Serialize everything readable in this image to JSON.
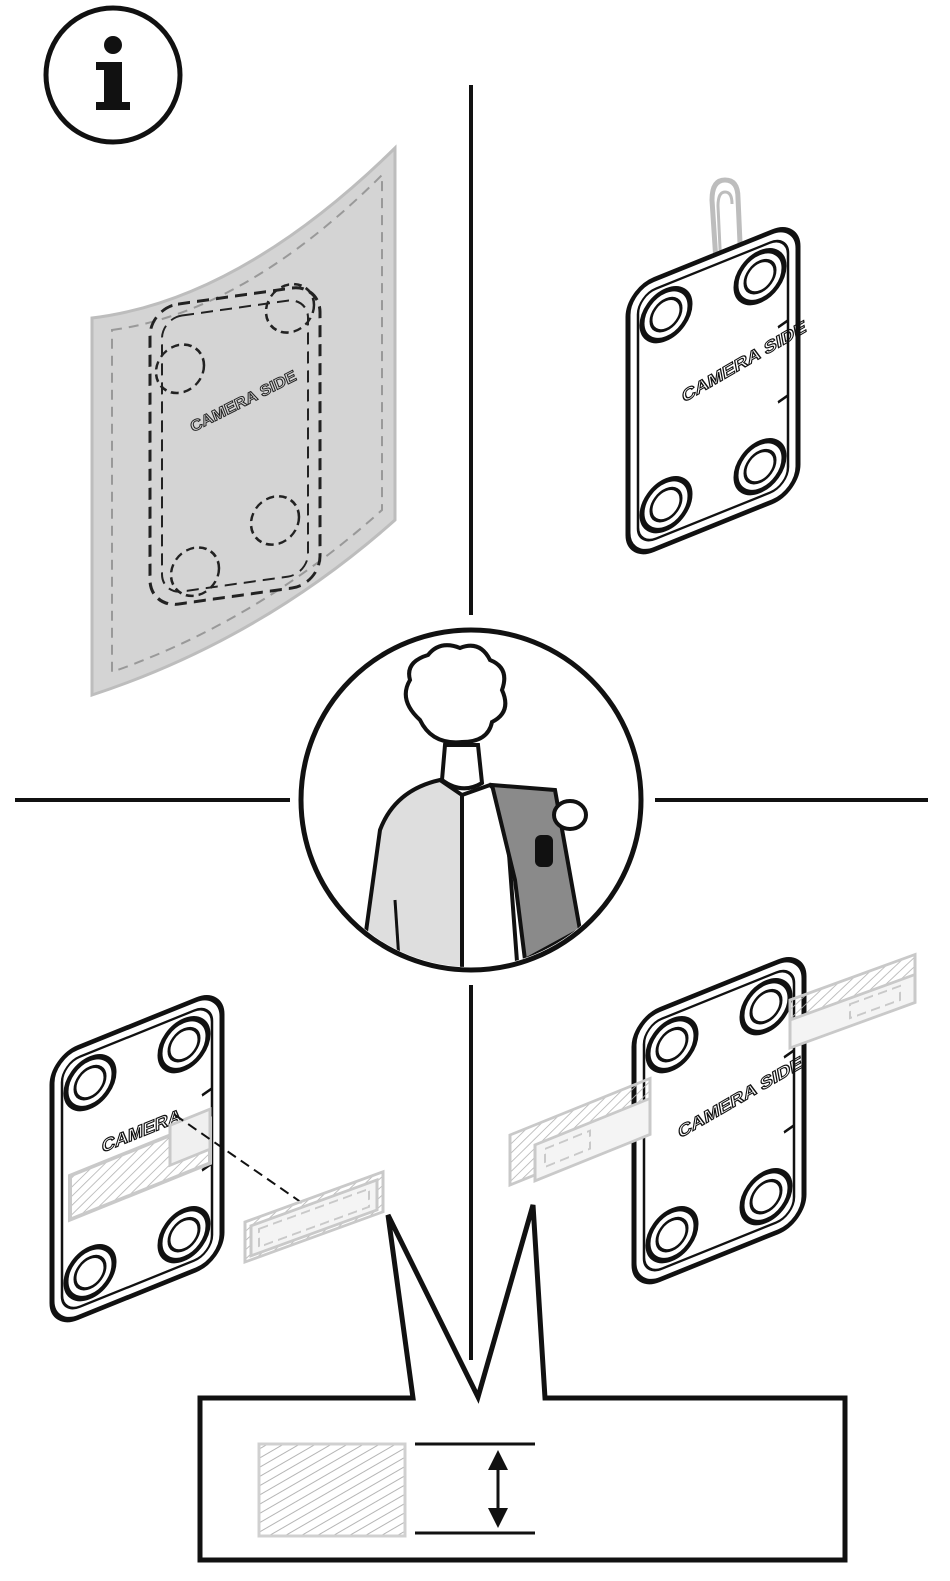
{
  "info_badge": {
    "glyph": "i",
    "icon": "info-icon"
  },
  "panels": {
    "top_left": {
      "caption": "CAMERA SIDE",
      "icon": "mount-plate-in-pocket-icon"
    },
    "top_right": {
      "caption": "CAMERA SIDE",
      "icon": "mount-plate-with-clip-icon"
    },
    "center": {
      "icon": "person-wearing-jacket-icon"
    },
    "bottom_left": {
      "caption": "CAMERA",
      "icon": "mount-plate-velcro-icon"
    },
    "bottom_right": {
      "caption": "CAMERA SIDE",
      "icon": "mount-plate-velcro-strap-icon"
    },
    "detail": {
      "icon": "velcro-width-detail-icon"
    }
  },
  "colors": {
    "ink": "#111111",
    "fabric_fill": "#d4d4d4",
    "jacket_fill": "#dedede",
    "lining_fill": "#8a8a8a",
    "velcro_fill": "#e6e6e6"
  }
}
